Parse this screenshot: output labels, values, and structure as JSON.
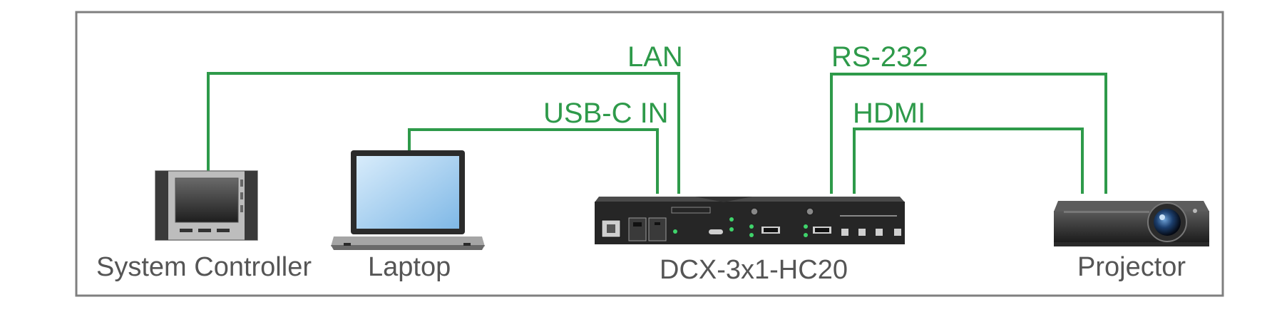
{
  "colors": {
    "frame": "#7f7f7f",
    "cable": "#2e9a4a",
    "label": "#555555",
    "device_dark": "#262626",
    "screen_blue": "#a8d4f5"
  },
  "cables": {
    "lan": "LAN",
    "usbc_in": "USB-C IN",
    "rs232": "RS-232",
    "hdmi": "HDMI"
  },
  "devices": {
    "system_controller": {
      "label": "System Controller",
      "icon": "touch-panel-icon"
    },
    "laptop": {
      "label": "Laptop",
      "icon": "laptop-icon"
    },
    "switcher": {
      "label": "DCX-3x1-HC20",
      "icon": "switcher-device-icon"
    },
    "projector": {
      "label": "Projector",
      "icon": "projector-icon"
    }
  }
}
